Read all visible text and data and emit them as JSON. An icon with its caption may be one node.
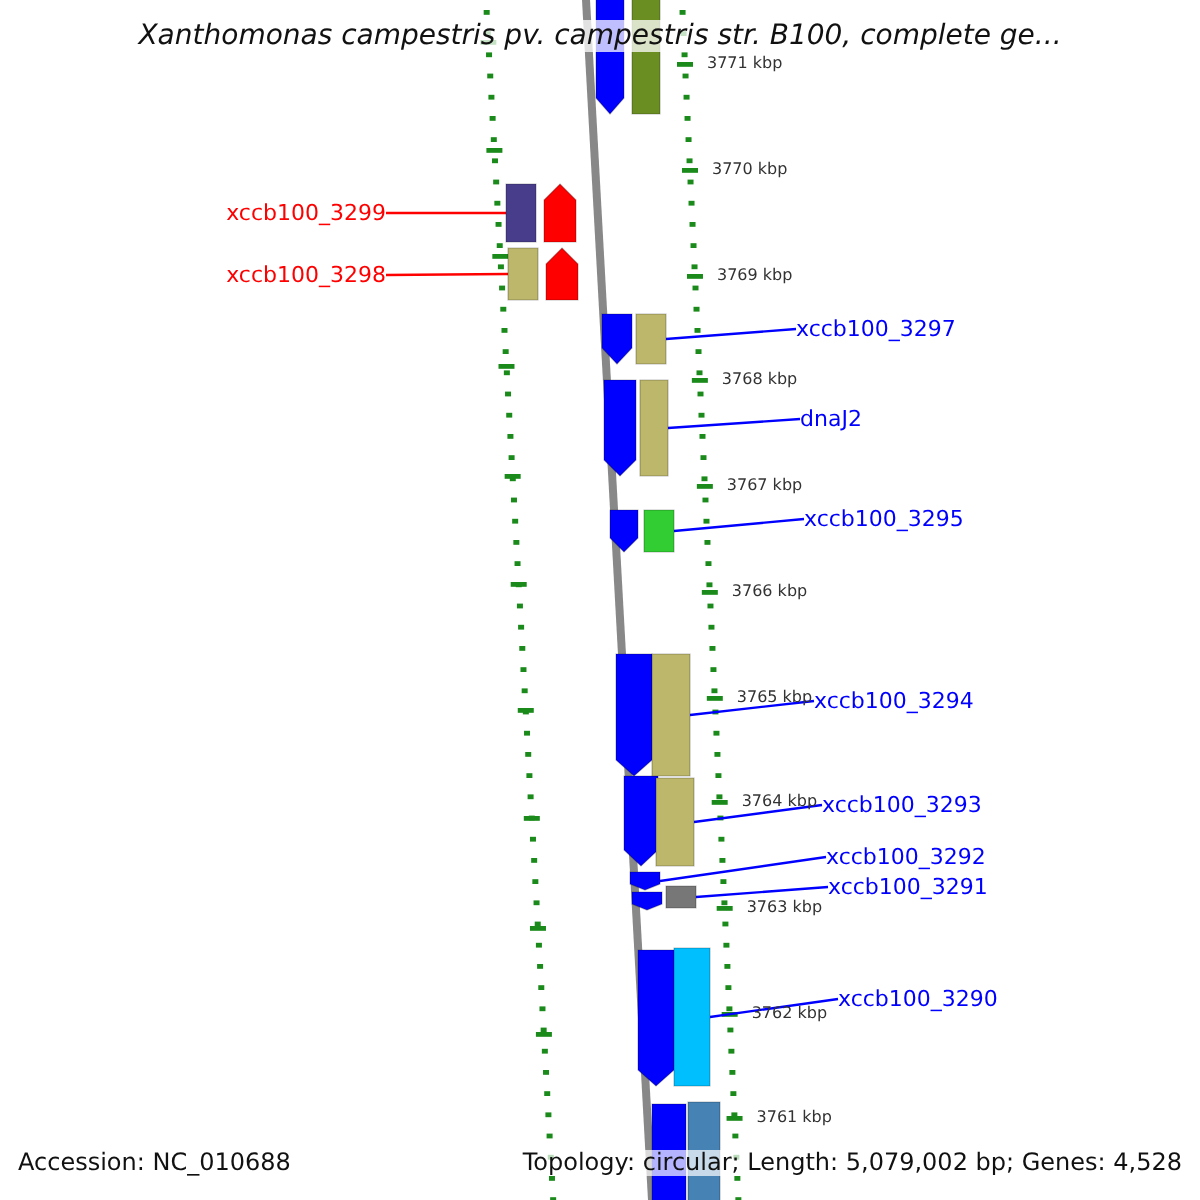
{
  "diagram": {
    "title": "Xanthomonas campestris pv. campestris str. B100, complete ge...",
    "nodes": [
      {
        "text": [
          "xccb100_3299"
        ]
      },
      {
        "text": [
          "xccb100_3298"
        ]
      },
      {
        "text": [
          "xccb100_3297"
        ]
      },
      {
        "text": [
          "dnaJ2"
        ]
      },
      {
        "text": [
          "xccb100_3295"
        ]
      },
      {
        "text": [
          "xccb100_3294"
        ]
      },
      {
        "text": [
          "xccb100_3293"
        ]
      },
      {
        "text": [
          "xccb100_3292"
        ]
      },
      {
        "text": [
          "xccb100_3291"
        ]
      },
      {
        "text": [
          "xccb100_3290"
        ]
      },
      {
        "text": [],
        "shape": "bar"
      },
      {
        "text": [],
        "shape": "bar"
      },
      {
        "text": [],
        "shape": "bar"
      },
      {
        "text": [],
        "shape": "bar"
      },
      {
        "text": [],
        "shape": "bar"
      },
      {
        "text": [],
        "shape": "bar"
      },
      {
        "text": [],
        "shape": "bar"
      },
      {
        "text": [],
        "shape": "arrow"
      },
      {
        "text": [],
        "shape": "bar"
      },
      {
        "text": [],
        "shape": "bar"
      }
    ],
    "edges": [
      {
        "from": 0,
        "to": 10,
        "arrow": "none",
        "color": "#ff0000"
      },
      {
        "from": 1,
        "to": 11,
        "arrow": "none",
        "color": "#ff0000"
      },
      {
        "from": 2,
        "to": 12,
        "arrow": "none"
      },
      {
        "from": 3,
        "to": 13,
        "arrow": "none"
      },
      {
        "from": 4,
        "to": 14,
        "arrow": "none"
      },
      {
        "from": 5,
        "to": 15,
        "arrow": "none"
      },
      {
        "from": 6,
        "to": 16,
        "arrow": "none"
      },
      {
        "from": 7,
        "to": 17,
        "arrow": "none"
      },
      {
        "from": 8,
        "to": 18,
        "arrow": "none"
      },
      {
        "from": 9,
        "to": 19,
        "arrow": "none"
      }
    ],
    "labels": [
      "3771 kbp",
      "3770 kbp",
      "3769 kbp",
      "3768 kbp",
      "3767 kbp",
      "3766 kbp",
      "3765 kbp",
      "3764 kbp",
      "3763 kbp",
      "3762 kbp",
      "3761 kbp",
      "Accession: NC_010688",
      "Topology: circular; Length: 5,079,002 bp; Genes: 4,528"
    ]
  }
}
